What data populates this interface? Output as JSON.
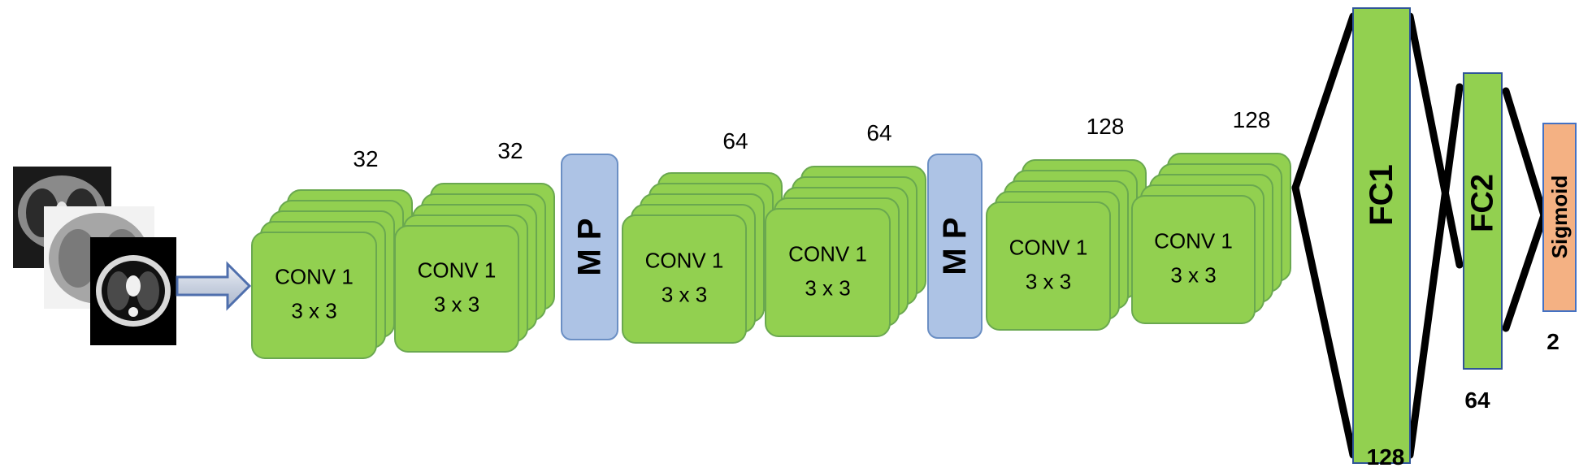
{
  "colors": {
    "conv_fill": "#92d050",
    "conv_stroke": "#6aa84f",
    "mp_fill": "#adc3e5",
    "mp_stroke": "#6b8fc4",
    "fc_fill": "#92d050",
    "fc_stroke": "#2f5597",
    "sigmoid_fill": "#f4b183",
    "sigmoid_stroke": "#4472c4",
    "arrow_fill": "#d0d8e8",
    "arrow_stroke": "#4f6fad",
    "connector": "#000000",
    "text": "#000000"
  },
  "input": {
    "icon": "ct-scan-images",
    "count": 3
  },
  "conv_blocks": [
    {
      "filters": "32",
      "line1": "CONV 1",
      "line2": "3 x 3"
    },
    {
      "filters": "32",
      "line1": "CONV 1",
      "line2": "3 x 3"
    },
    {
      "filters": "64",
      "line1": "CONV 1",
      "line2": "3 x 3"
    },
    {
      "filters": "64",
      "line1": "CONV 1",
      "line2": "3 x 3"
    },
    {
      "filters": "128",
      "line1": "CONV 1",
      "line2": "3 x 3"
    },
    {
      "filters": "128",
      "line1": "CONV 1",
      "line2": "3 x 3"
    }
  ],
  "pool_layers": [
    {
      "label": "M P"
    },
    {
      "label": "M P"
    }
  ],
  "dense_layers": [
    {
      "label": "FC1",
      "units": "128"
    },
    {
      "label": "FC2",
      "units": "64"
    }
  ],
  "output_layer": {
    "label": "Sigmoid",
    "units": "2"
  }
}
